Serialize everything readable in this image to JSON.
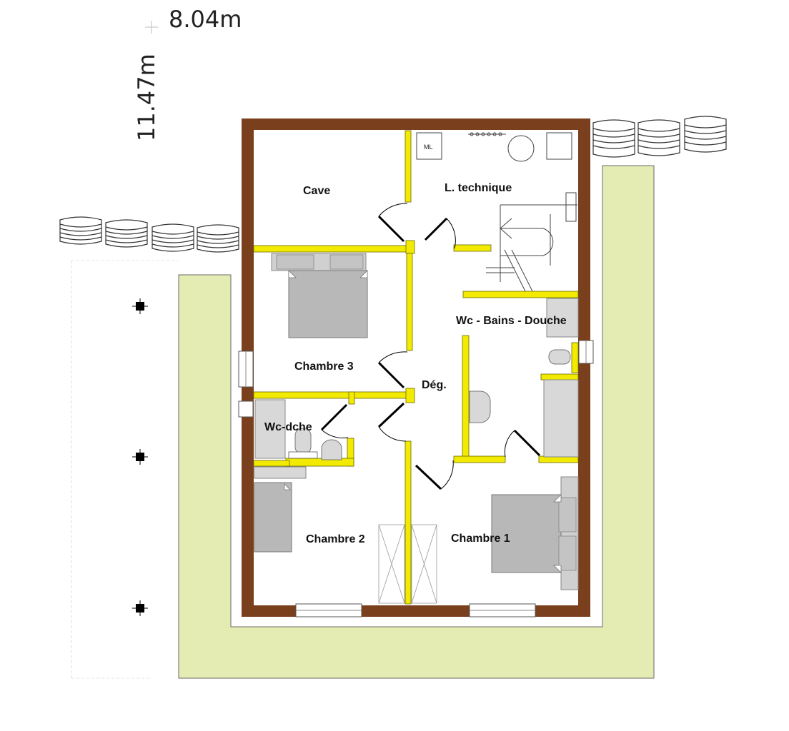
{
  "dimensions": {
    "width": "8.04m",
    "height": "11.47m"
  },
  "appliance_label": "ML",
  "rooms": {
    "cave": "Cave",
    "technique": "L. technique",
    "chambre3": "Chambre 3",
    "bains": "Wc - Bains - Douche",
    "deg": "Dég.",
    "wc": "Wc-dche",
    "chambre2": "Chambre 2",
    "chambre1": "Chambre 1"
  },
  "colors": {
    "exterior_wall": "#7a3f1c",
    "interior_wall": "#f2ea00",
    "terrace": "#e4ecb4",
    "furniture": "#d0d0d0",
    "bed": "#b8b8b8"
  }
}
